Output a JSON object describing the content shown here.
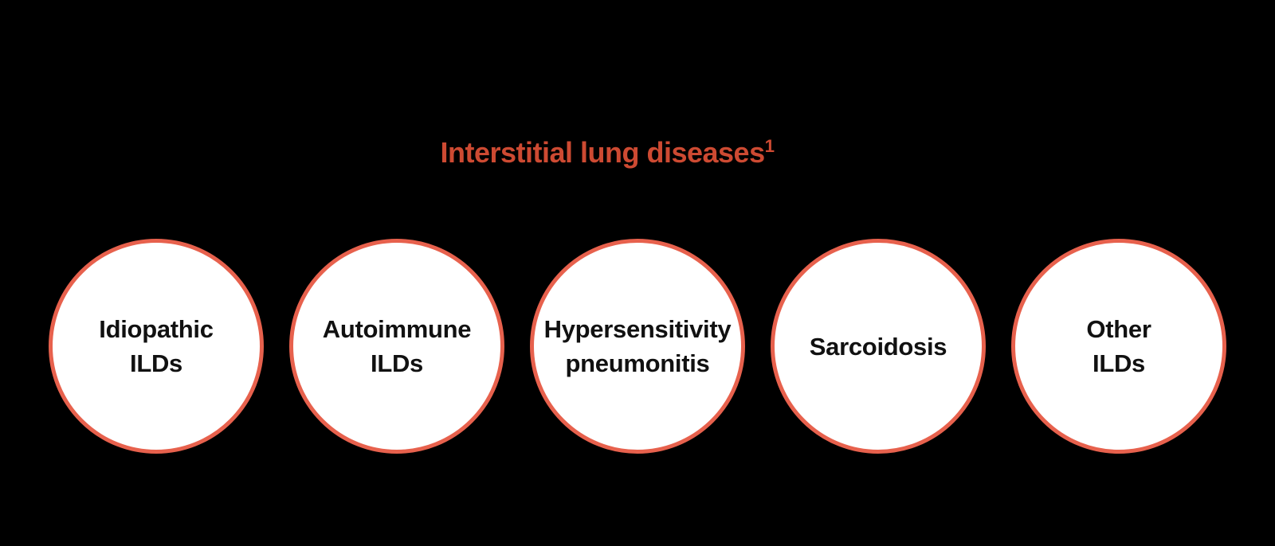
{
  "page": {
    "background_color": "#000000"
  },
  "title": {
    "text": "Interstitial lung diseases",
    "superscript": "1",
    "color": "#CD4A32"
  },
  "circles": {
    "border_color": "#E7614D",
    "fill_color": "#FFFFFF",
    "text_color": "#111111",
    "items": [
      {
        "label": "Idiopathic\nILDs"
      },
      {
        "label": "Autoimmune\nILDs"
      },
      {
        "label": "Hypersensitivity\npneumonitis"
      },
      {
        "label": "Sarcoidosis"
      },
      {
        "label": "Other\nILDs"
      }
    ]
  }
}
